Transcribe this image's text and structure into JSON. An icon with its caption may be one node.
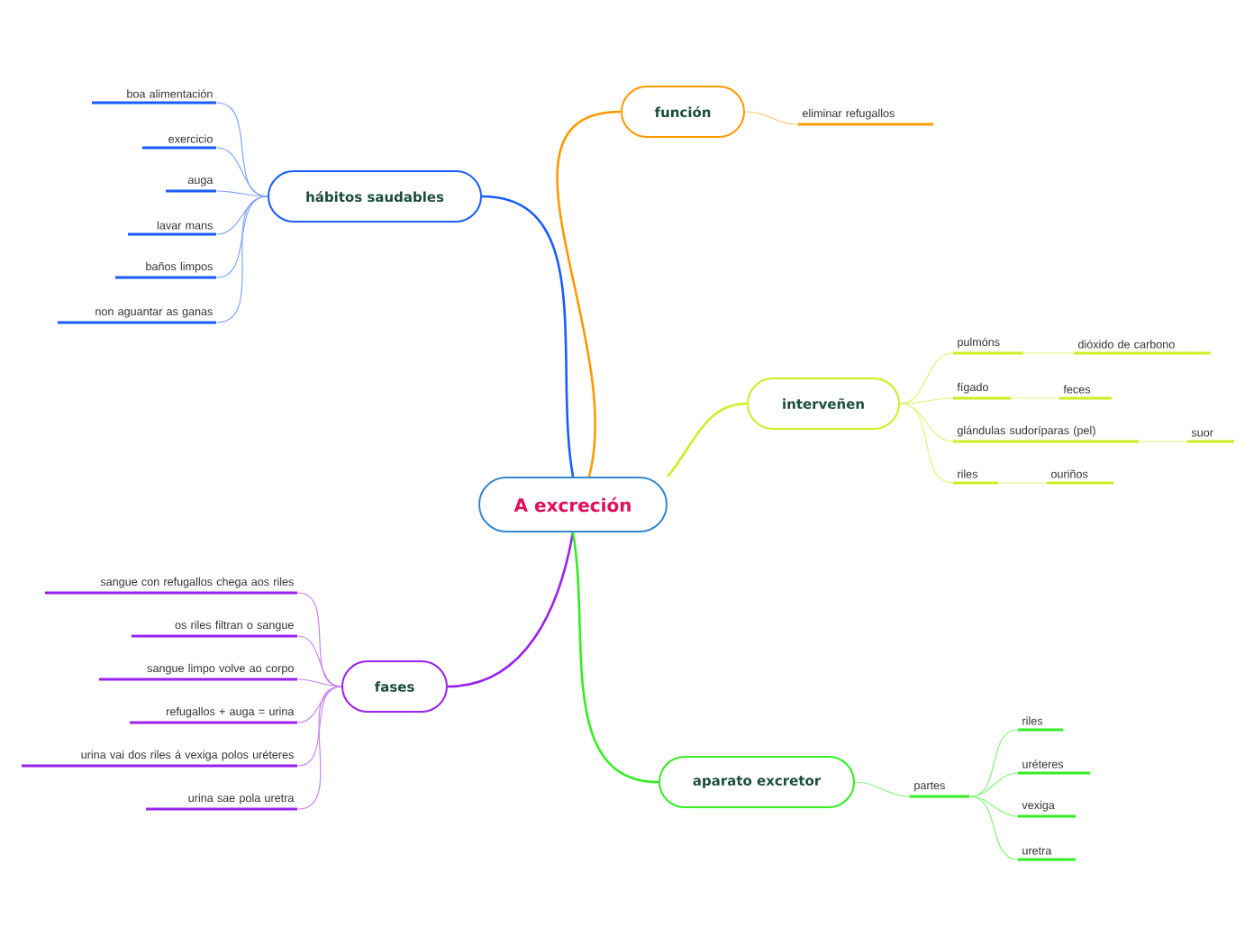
{
  "diagram": {
    "nodes": [
      {
        "text": [
          "A excreción"
        ]
      },
      {
        "text": [
          "función"
        ]
      },
      {
        "text": [
          "eliminar refugallos"
        ]
      },
      {
        "text": [
          "hábitos saudables"
        ]
      },
      {
        "text": [
          "boa alimentación"
        ]
      },
      {
        "text": [
          "exercicio"
        ]
      },
      {
        "text": [
          "auga"
        ]
      },
      {
        "text": [
          "lavar mans"
        ]
      },
      {
        "text": [
          "baños limpos"
        ]
      },
      {
        "text": [
          "non aguantar as ganas"
        ]
      },
      {
        "text": [
          "interveñen"
        ]
      },
      {
        "text": [
          "pulmóns"
        ]
      },
      {
        "text": [
          "dióxido de carbono"
        ]
      },
      {
        "text": [
          "fígado"
        ]
      },
      {
        "text": [
          "feces"
        ]
      },
      {
        "text": [
          "glándulas sudoríparas (pel)"
        ]
      },
      {
        "text": [
          "suor"
        ]
      },
      {
        "text": [
          "riles"
        ]
      },
      {
        "text": [
          "ouriños"
        ]
      },
      {
        "text": [
          "fases"
        ]
      },
      {
        "text": [
          "sangue con refugallos chega aos riles"
        ]
      },
      {
        "text": [
          "os riles filtran o sangue"
        ]
      },
      {
        "text": [
          "sangue limpo volve ao corpo"
        ]
      },
      {
        "text": [
          "refugallos + auga = urina"
        ]
      },
      {
        "text": [
          "urina vai dos riles á vexiga polos uréteres"
        ]
      },
      {
        "text": [
          "urina sae pola uretra"
        ]
      },
      {
        "text": [
          "aparato excretor"
        ]
      },
      {
        "text": [
          "partes"
        ]
      },
      {
        "text": [
          "riles"
        ]
      },
      {
        "text": [
          "uréteres"
        ]
      },
      {
        "text": [
          "vexiga"
        ]
      },
      {
        "text": [
          "uretra"
        ]
      }
    ],
    "edges": [
      {
        "from": 0,
        "to": 1,
        "arrow": "none",
        "color": "#ff9900"
      },
      {
        "from": 1,
        "to": 2,
        "arrow": "none",
        "color": "#ffc672"
      },
      {
        "from": 0,
        "to": 3,
        "arrow": "none",
        "color": "#1a5cff"
      },
      {
        "from": 3,
        "to": 4,
        "arrow": "none",
        "color": "#81a5ff"
      },
      {
        "from": 3,
        "to": 5,
        "arrow": "none",
        "color": "#81a5ff"
      },
      {
        "from": 3,
        "to": 6,
        "arrow": "none",
        "color": "#81a5ff"
      },
      {
        "from": 3,
        "to": 7,
        "arrow": "none",
        "color": "#81a5ff"
      },
      {
        "from": 3,
        "to": 8,
        "arrow": "none",
        "color": "#81a5ff"
      },
      {
        "from": 3,
        "to": 9,
        "arrow": "none",
        "color": "#81a5ff"
      },
      {
        "from": 0,
        "to": 10,
        "arrow": "none",
        "color": "#ccee22"
      },
      {
        "from": 10,
        "to": 11,
        "arrow": "none"
      },
      {
        "from": 11,
        "to": 12,
        "arrow": "none"
      },
      {
        "from": 10,
        "to": 13,
        "arrow": "none"
      },
      {
        "from": 13,
        "to": 14,
        "arrow": "none"
      },
      {
        "from": 10,
        "to": 15,
        "arrow": "none"
      },
      {
        "from": 15,
        "to": 16,
        "arrow": "none"
      },
      {
        "from": 10,
        "to": 17,
        "arrow": "none"
      },
      {
        "from": 17,
        "to": 18,
        "arrow": "none"
      },
      {
        "from": 0,
        "to": 19,
        "arrow": "none",
        "color": "#9922ee"
      },
      {
        "from": 19,
        "to": 20,
        "arrow": "none",
        "color": "#c685f5"
      },
      {
        "from": 19,
        "to": 21,
        "arrow": "none",
        "color": "#c685f5"
      },
      {
        "from": 19,
        "to": 22,
        "arrow": "none",
        "color": "#c685f5"
      },
      {
        "from": 19,
        "to": 23,
        "arrow": "none",
        "color": "#c685f5"
      },
      {
        "from": 19,
        "to": 24,
        "arrow": "none",
        "color": "#c685f5"
      },
      {
        "from": 19,
        "to": 25,
        "arrow": "none",
        "color": "#c685f5"
      },
      {
        "from": 0,
        "to": 26,
        "arrow": "none",
        "color": "#33ee22"
      },
      {
        "from": 26,
        "to": 27,
        "arrow": "none",
        "color": "#85f57a"
      },
      {
        "from": 27,
        "to": 28,
        "arrow": "none",
        "color": "#85f57a"
      },
      {
        "from": 27,
        "to": 29,
        "arrow": "none",
        "color": "#85f57a"
      },
      {
        "from": 27,
        "to": 30,
        "arrow": "none",
        "color": "#85f57a"
      },
      {
        "from": 27,
        "to": 31,
        "arrow": "none",
        "color": "#85f57a"
      }
    ]
  }
}
